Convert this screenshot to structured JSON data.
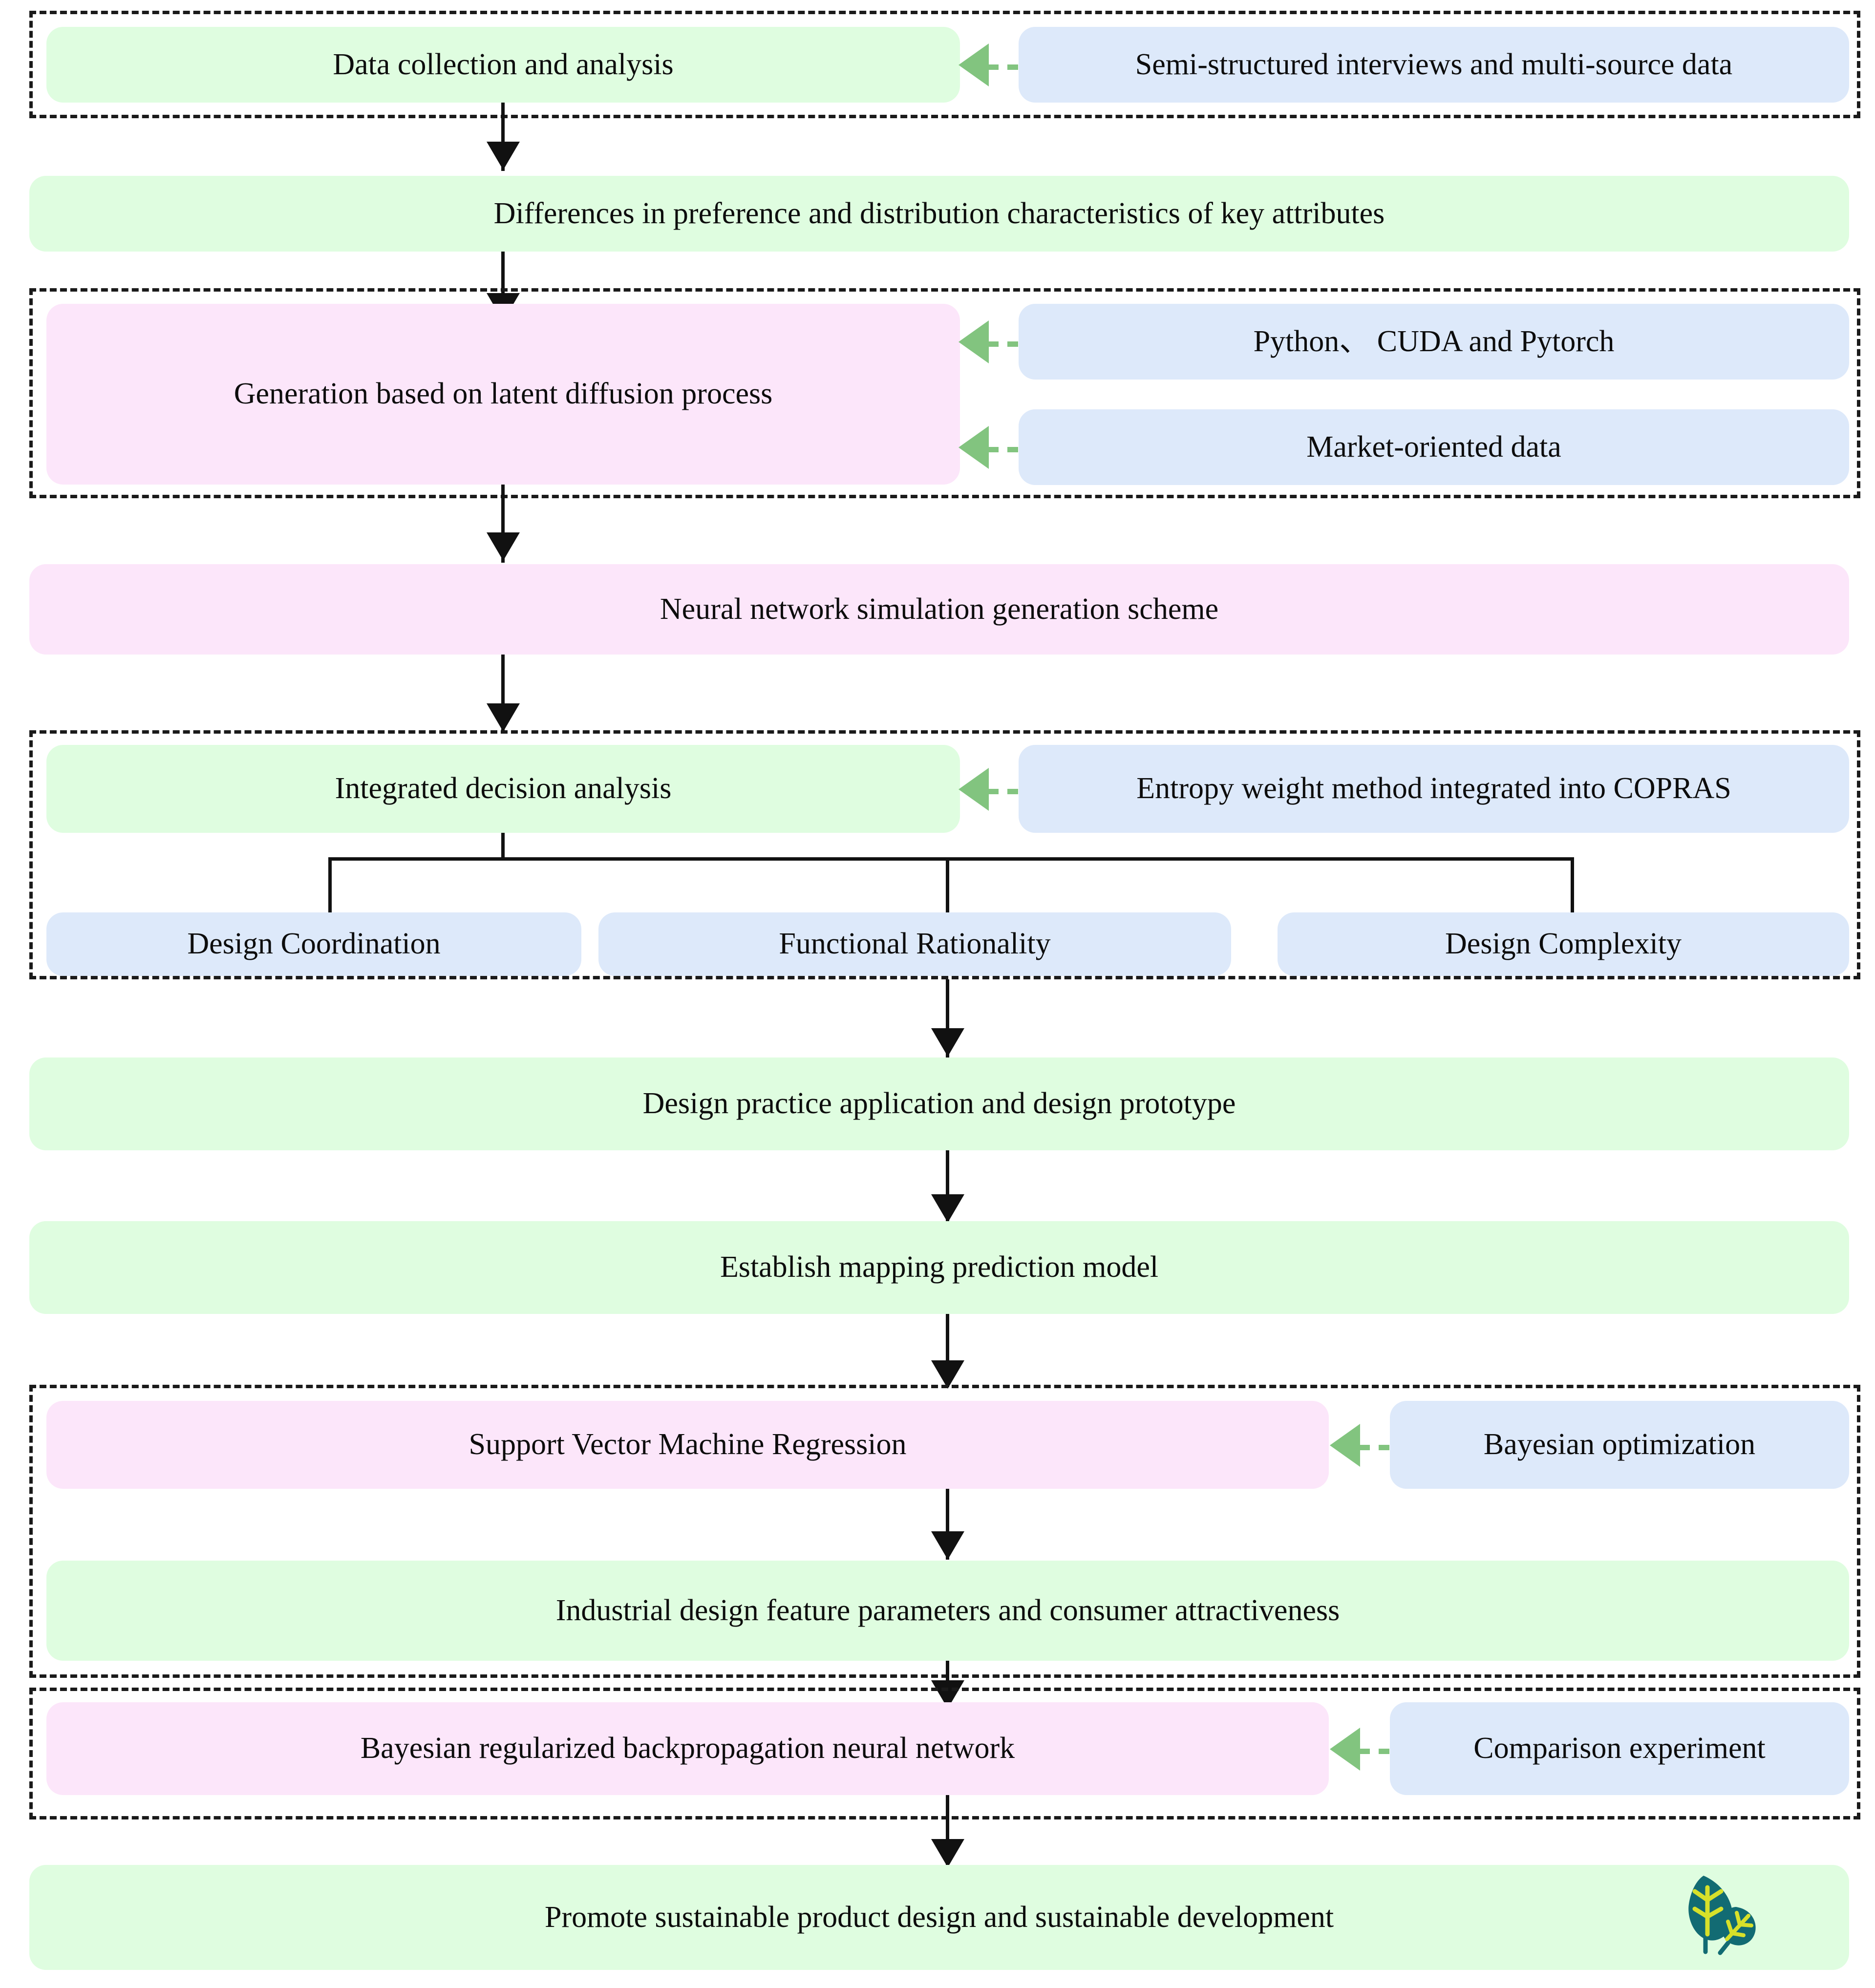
{
  "diagram": {
    "title": "Research methodology flowchart for sustainable product design",
    "colors": {
      "green_box": "#dffde0",
      "blue_box": "#dde9fa",
      "pink_box": "#fce6fa",
      "group_border": "#1a1a1a",
      "solid_arrow": "#111111",
      "dashed_arrow": "#82c47f",
      "leaf_dark": "#126b73",
      "leaf_vein": "#d7e02a"
    },
    "nodes": {
      "data_collection": "Data collection and analysis",
      "semi_structured": "Semi-structured interviews and multi-source data",
      "differences": "Differences in preference and distribution characteristics of key attributes",
      "generation_latent": "Generation based on latent diffusion process",
      "python_cuda": "Python、 CUDA and Pytorch",
      "market_oriented": "Market-oriented data",
      "neural_sim": "Neural network simulation generation scheme",
      "integrated_decision": "Integrated decision analysis",
      "entropy_copras": "Entropy weight method integrated into COPRAS",
      "design_coordination": "Design Coordination",
      "functional_rationality": "Functional Rationality",
      "design_complexity": "Design Complexity",
      "design_practice": "Design practice application and design prototype",
      "establish_mapping": "Establish mapping prediction model",
      "svm_regression": "Support Vector Machine Regression",
      "bayesian_optimization": "Bayesian optimization",
      "industrial_design": "Industrial design feature parameters and consumer attractiveness",
      "bayesian_bp": "Bayesian regularized backpropagation neural network",
      "comparison_experiment": "Comparison experiment",
      "promote_sustainable": "Promote sustainable product design and sustainable development"
    },
    "icons": {
      "leaf": "leaf-icon"
    }
  }
}
